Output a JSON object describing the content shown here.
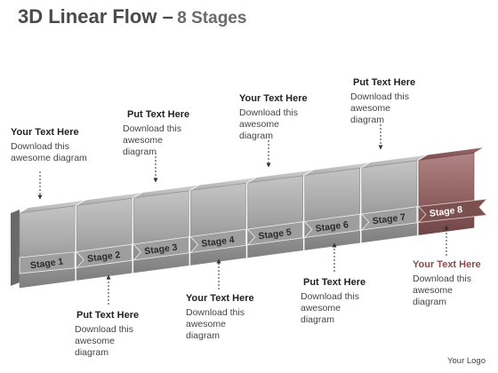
{
  "title": {
    "main": "3D Linear Flow –",
    "sub": "8 Stages"
  },
  "stages": [
    "Stage 1",
    "Stage 2",
    "Stage 3",
    "Stage 4",
    "Stage 5",
    "Stage 6",
    "Stage 7",
    "Stage 8"
  ],
  "notes": [
    {
      "heading": "Your Text Here",
      "body": "Download this awesome diagram"
    },
    {
      "heading": "Put Text Here",
      "body": "Download this awesome diagram"
    },
    {
      "heading": "Put Text Here",
      "body": "Download this awesome diagram"
    },
    {
      "heading": "Your Text Here",
      "body": "Download this awesome diagram"
    },
    {
      "heading": "Your Text Here",
      "body": "Download this awesome diagram"
    },
    {
      "heading": "Put Text Here",
      "body": "Download this awesome diagram"
    },
    {
      "heading": "Put Text Here",
      "body": "Download this awesome diagram"
    },
    {
      "heading": "Your Text Here",
      "body": "Download this awesome diagram"
    }
  ],
  "colors": {
    "stage": "#8c8c8c",
    "stage_dark": "#6f6f6f",
    "highlight": "#8b5a5a",
    "highlight_dark": "#6e4444",
    "arrow": "#333333"
  },
  "footer": "Your Logo"
}
